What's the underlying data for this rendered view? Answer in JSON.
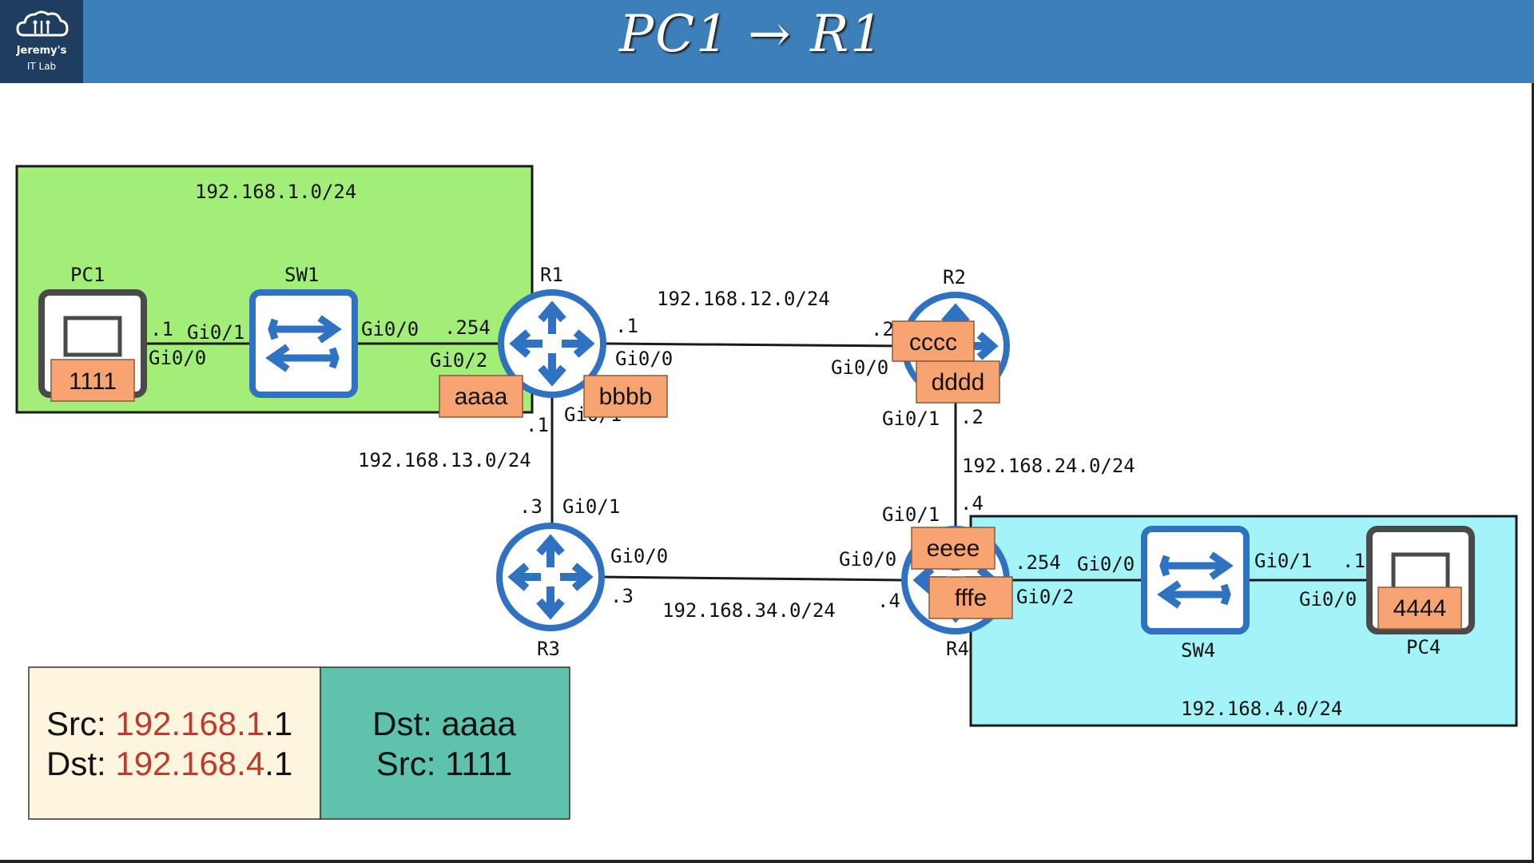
{
  "header": {
    "title": "PC1 → R1",
    "logo_line1": "Jeremy's",
    "logo_line2": "IT Lab"
  },
  "colors": {
    "header": "#3d7fb8",
    "lan1": "#a3ee78",
    "lan4": "#a3f4f9",
    "device": "#2f72c2",
    "mac_label": "#f8a472",
    "ip_box": "#fdf5dd",
    "eth_box": "#5fc2ad",
    "ip_highlight": "#c0392b"
  },
  "networks": {
    "lan1": "192.168.1.0/24",
    "r1_r2": "192.168.12.0/24",
    "r1_r3": "192.168.13.0/24",
    "r2_r4": "192.168.24.0/24",
    "r3_r4": "192.168.34.0/24",
    "lan4": "192.168.4.0/24"
  },
  "devices": {
    "pc1": "PC1",
    "sw1": "SW1",
    "r1": "R1",
    "r2": "R2",
    "r3": "R3",
    "r4": "R4",
    "sw4": "SW4",
    "pc4": "PC4"
  },
  "interfaces": {
    "pc1_if": "Gi0/0",
    "pc1_ip": ".1",
    "sw1_pc_if": "Gi0/1",
    "sw1_r1_if": "Gi0/0",
    "r1_lan_ip": ".254",
    "r1_lan_if": "Gi0/2",
    "r1_r2_ip": ".1",
    "r1_r2_if": "Gi0/0",
    "r1_r3_ip": ".1",
    "r1_r3_if": "Gi0/1",
    "r2_r1_ip": ".2",
    "r2_r1_if": "Gi0/0",
    "r2_r4_if": "Gi0/1",
    "r2_r4_ip": ".2",
    "r3_r1_ip": ".3",
    "r3_r1_if": "Gi0/1",
    "r3_r4_if": "Gi0/0",
    "r3_r4_ip": ".3",
    "r4_r2_if": "Gi0/1",
    "r4_r2_ip": ".4",
    "r4_r3_if": "Gi0/0",
    "r4_r3_ip": ".4",
    "r4_lan_ip": ".254",
    "r4_lan_if": "Gi0/2",
    "sw4_r4_if": "Gi0/0",
    "sw4_pc_if": "Gi0/1",
    "pc4_ip": ".1",
    "pc4_if": "Gi0/0"
  },
  "macs": {
    "pc1": "1111",
    "r1_lan": "aaaa",
    "r1_r2": "bbbb",
    "r2_r1": "cccc",
    "r2_r4": "dddd",
    "r4_r2": "eeee",
    "r4_lan": "fffe",
    "pc4": "4444"
  },
  "packet": {
    "ip_header": {
      "src_label": "Src: ",
      "src_net": "192.168.1",
      "src_host": ".1",
      "dst_label": "Dst: ",
      "dst_net": "192.168.4",
      "dst_host": ".1"
    },
    "ethernet_header": {
      "dst": "Dst: aaaa",
      "src": "Src: 1111"
    }
  }
}
